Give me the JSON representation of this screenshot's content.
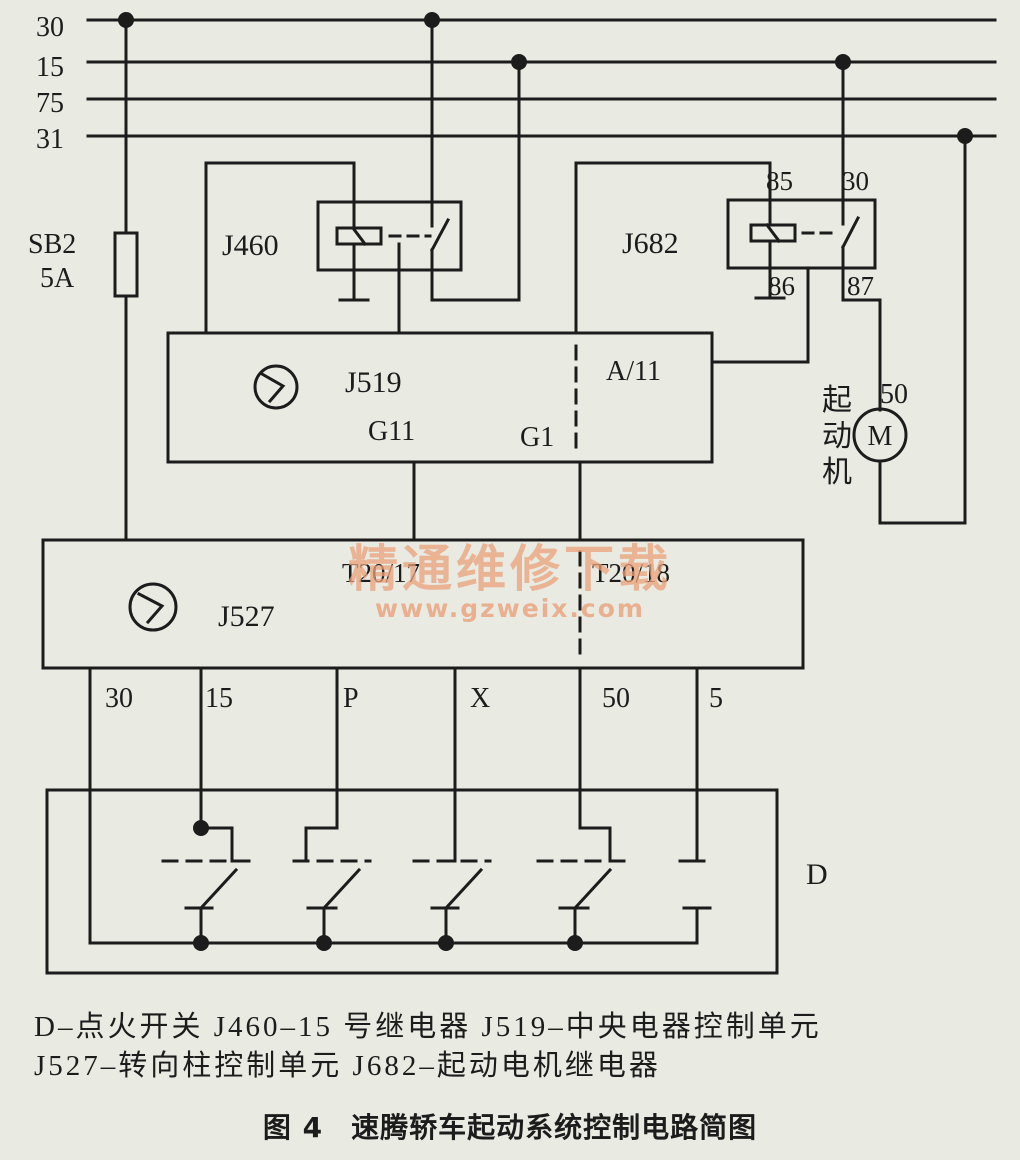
{
  "rails": {
    "r30": "30",
    "r15": "15",
    "r75": "75",
    "r31": "31"
  },
  "fuse": {
    "name": "SB2",
    "rating": "5A"
  },
  "relay_j460": {
    "name": "J460"
  },
  "relay_j682": {
    "name": "J682",
    "pin85": "85",
    "pin30": "30",
    "pin86": "86",
    "pin87": "87"
  },
  "unit_j519": {
    "name": "J519",
    "port_a11": "A/11",
    "port_g11": "G11",
    "port_g1": "G1"
  },
  "starter": {
    "label": "起动机",
    "pin": "50",
    "symbol": "M"
  },
  "unit_j527": {
    "name": "J527",
    "port_t20_17": "T20/17",
    "port_t20_18": "T20/18",
    "terminals": [
      "30",
      "15",
      "P",
      "X",
      "50",
      "5"
    ]
  },
  "ignition_switch": {
    "name": "D"
  },
  "watermark": {
    "text": "精通维修下载",
    "url": "www.gzweix.com"
  },
  "legend": {
    "line1": "D–点火开关  J460–15 号继电器 J519–中央电器控制单元",
    "line2": "J527–转向柱控制单元  J682–起动电机继电器"
  },
  "caption": {
    "figure_no": "图 4",
    "title": "速腾轿车起动系统控制电路简图"
  }
}
